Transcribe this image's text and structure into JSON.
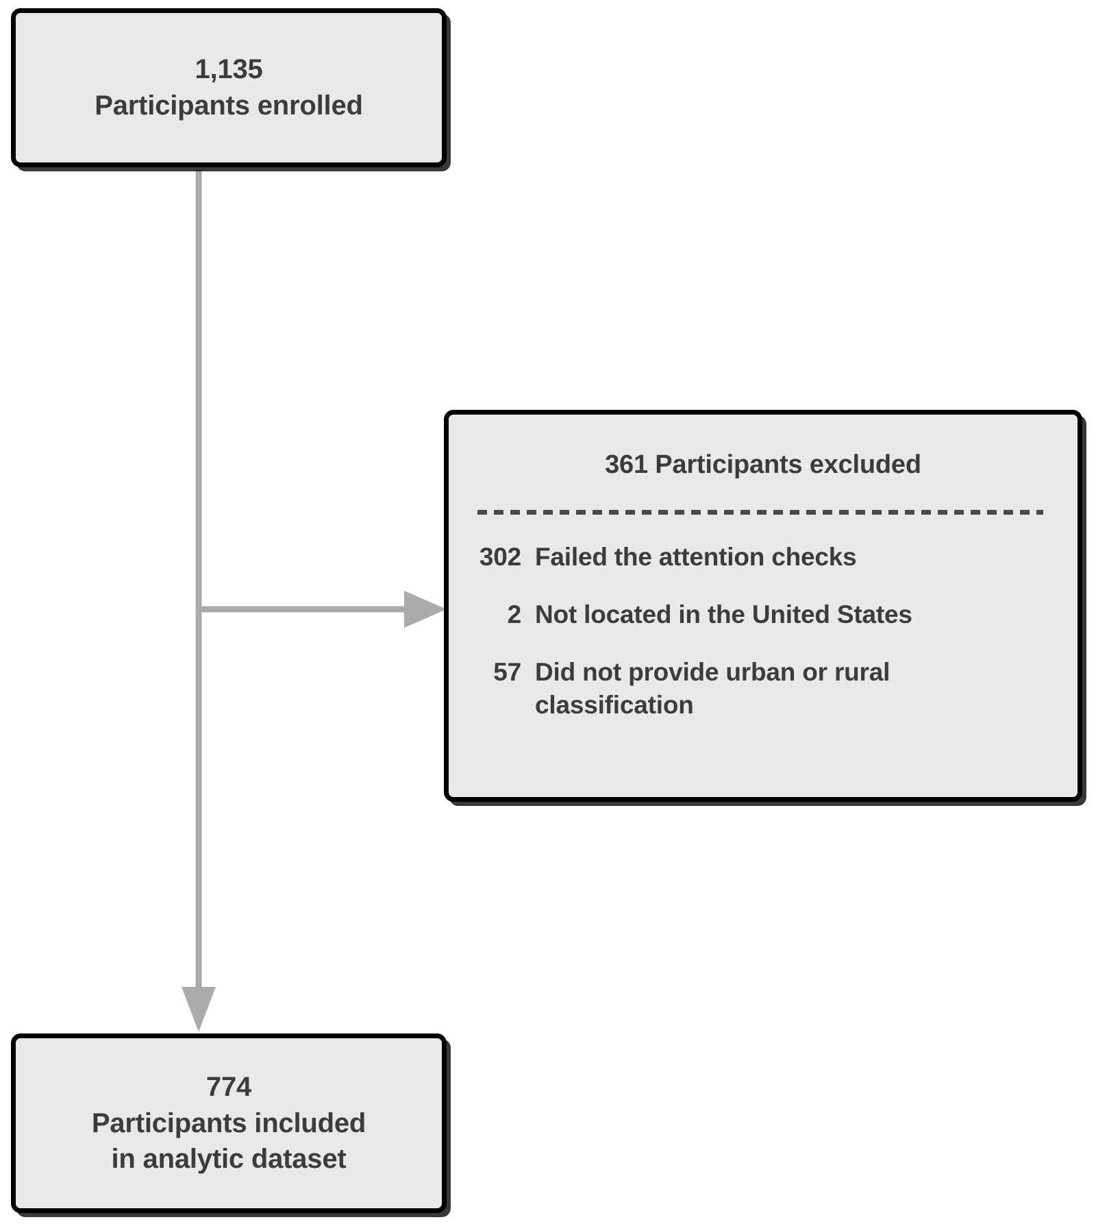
{
  "diagram": {
    "type": "participant-flow-chart",
    "accent_color": "#3c3c3c",
    "box_fill": "#e9e9e9",
    "box_border": "#000000",
    "connector_color": "#ababab"
  },
  "enrolled": {
    "count": "1,135",
    "label": "Participants enrolled"
  },
  "excluded": {
    "title": "361 Participants excluded",
    "reasons": [
      {
        "count": "302",
        "label": "Failed the attention checks"
      },
      {
        "count": "2",
        "label": "Not located in the United States"
      },
      {
        "count": "57",
        "label": "Did not provide urban or rural classification"
      }
    ]
  },
  "included": {
    "count": "774",
    "label_line1": "Participants included",
    "label_line2": "in analytic dataset"
  }
}
